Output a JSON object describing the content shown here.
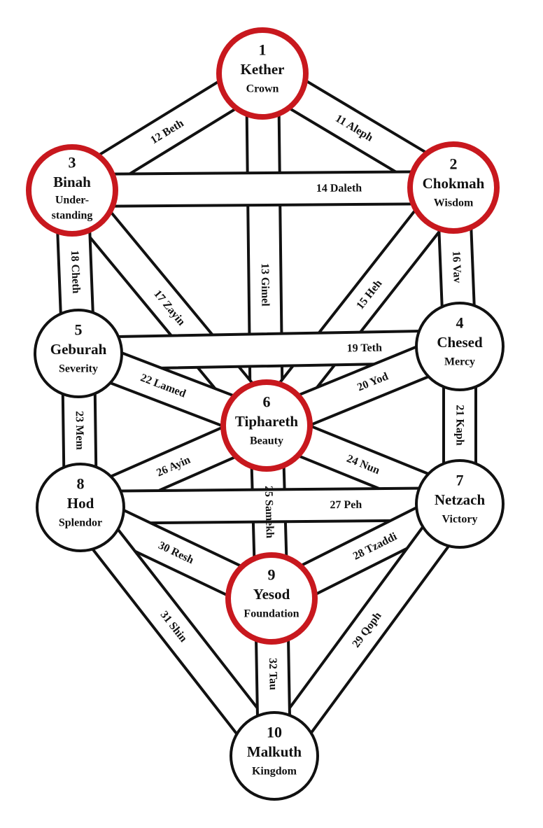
{
  "colors": {
    "line": "#111111",
    "highlight": "#c8181e",
    "background": "#ffffff"
  },
  "sephiroth": [
    {
      "id": "kether",
      "num": "1",
      "name": "Kether",
      "meaning": [
        "Crown"
      ],
      "highlight": true
    },
    {
      "id": "chokmah",
      "num": "2",
      "name": "Chokmah",
      "meaning": [
        "Wisdom"
      ],
      "highlight": true
    },
    {
      "id": "binah",
      "num": "3",
      "name": "Binah",
      "meaning": [
        "Under-",
        "standing"
      ],
      "highlight": true
    },
    {
      "id": "chesed",
      "num": "4",
      "name": "Chesed",
      "meaning": [
        "Mercy"
      ],
      "highlight": false
    },
    {
      "id": "geburah",
      "num": "5",
      "name": "Geburah",
      "meaning": [
        "Severity"
      ],
      "highlight": false
    },
    {
      "id": "tiphareth",
      "num": "6",
      "name": "Tiphareth",
      "meaning": [
        "Beauty"
      ],
      "highlight": true
    },
    {
      "id": "netzach",
      "num": "7",
      "name": "Netzach",
      "meaning": [
        "Victory"
      ],
      "highlight": false
    },
    {
      "id": "hod",
      "num": "8",
      "name": "Hod",
      "meaning": [
        "Splendor"
      ],
      "highlight": false
    },
    {
      "id": "yesod",
      "num": "9",
      "name": "Yesod",
      "meaning": [
        "Foundation"
      ],
      "highlight": true
    },
    {
      "id": "malkuth",
      "num": "10",
      "name": "Malkuth",
      "meaning": [
        "Kingdom"
      ],
      "highlight": false
    }
  ],
  "paths": [
    {
      "label": "11 Aleph",
      "from": "kether",
      "to": "chokmah"
    },
    {
      "label": "12 Beth",
      "from": "kether",
      "to": "binah"
    },
    {
      "label": "13 Gimel",
      "from": "kether",
      "to": "tiphareth"
    },
    {
      "label": "14 Daleth",
      "from": "binah",
      "to": "chokmah"
    },
    {
      "label": "15 Heh",
      "from": "chokmah",
      "to": "tiphareth"
    },
    {
      "label": "16 Vav",
      "from": "chokmah",
      "to": "chesed"
    },
    {
      "label": "17 Zayin",
      "from": "binah",
      "to": "tiphareth"
    },
    {
      "label": "18 Cheth",
      "from": "binah",
      "to": "geburah"
    },
    {
      "label": "19 Teth",
      "from": "geburah",
      "to": "chesed"
    },
    {
      "label": "20 Yod",
      "from": "chesed",
      "to": "tiphareth"
    },
    {
      "label": "21 Kaph",
      "from": "chesed",
      "to": "netzach"
    },
    {
      "label": "22 Lamed",
      "from": "geburah",
      "to": "tiphareth"
    },
    {
      "label": "23 Mem",
      "from": "geburah",
      "to": "hod"
    },
    {
      "label": "24 Nun",
      "from": "tiphareth",
      "to": "netzach"
    },
    {
      "label": "25 Samekh",
      "from": "tiphareth",
      "to": "yesod"
    },
    {
      "label": "26 Ayin",
      "from": "tiphareth",
      "to": "hod"
    },
    {
      "label": "27 Peh",
      "from": "hod",
      "to": "netzach"
    },
    {
      "label": "28 Tzaddi",
      "from": "netzach",
      "to": "yesod"
    },
    {
      "label": "29 Qoph",
      "from": "netzach",
      "to": "malkuth"
    },
    {
      "label": "30 Resh",
      "from": "hod",
      "to": "yesod"
    },
    {
      "label": "31 Shin",
      "from": "hod",
      "to": "malkuth"
    },
    {
      "label": "32 Tau",
      "from": "yesod",
      "to": "malkuth"
    }
  ]
}
